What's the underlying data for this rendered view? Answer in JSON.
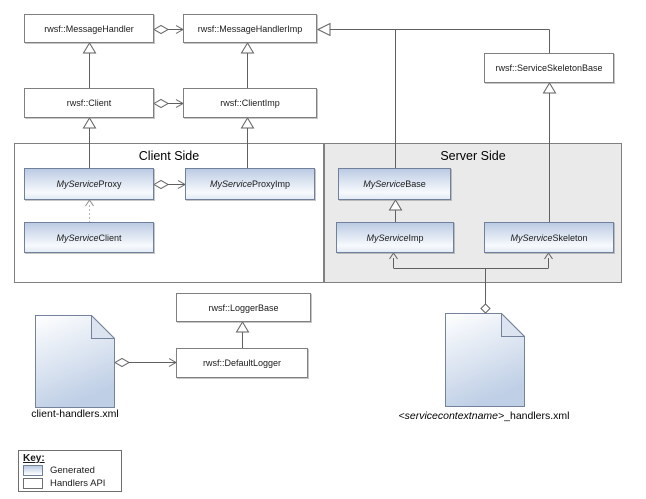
{
  "sections": {
    "client_side": "Client Side",
    "server_side": "Server Side"
  },
  "classes": {
    "message_handler": "rwsf::MessageHandler",
    "message_handler_imp": "rwsf::MessageHandlerImp",
    "service_skeleton_base": "rwsf::ServiceSkeletonBase",
    "client": "rwsf::Client",
    "client_imp": "rwsf::ClientImp",
    "logger_base": "rwsf::LoggerBase",
    "default_logger": "rwsf::DefaultLogger"
  },
  "generated": {
    "proxy": {
      "i": "MyService",
      "r": "Proxy"
    },
    "proxy_imp": {
      "i": "MyService",
      "r": "ProxyImp"
    },
    "client": {
      "i": "MyService",
      "r": "Client"
    },
    "base": {
      "i": "MyService",
      "r": "Base"
    },
    "imp": {
      "i": "MyService",
      "r": "Imp"
    },
    "skeleton": {
      "i": "MyService",
      "r": "Skeleton"
    }
  },
  "files": {
    "client_handlers": "client-handlers.xml",
    "service_handlers": {
      "i": "<servicecontextname>",
      "r": "_handlers.xml"
    }
  },
  "key": {
    "title": "Key:",
    "items": [
      {
        "label": "Generated",
        "swatch": "generated"
      },
      {
        "label": "Handlers API",
        "swatch": "plain"
      }
    ]
  },
  "colors": {
    "generated_top": "#bccbe3",
    "generated_bottom": "#f7fafd",
    "server_bg": "#eaeaea",
    "box_border": "#808080",
    "gen_border": "#72819b",
    "line": "#606060"
  }
}
